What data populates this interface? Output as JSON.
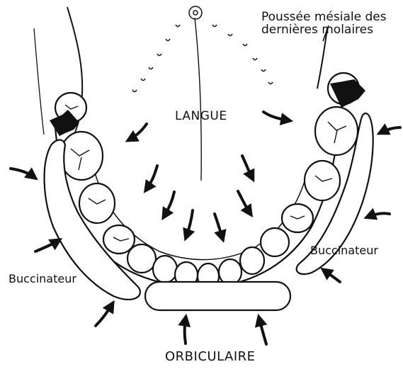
{
  "labels": {
    "top_line1": "Poussée mésiale des",
    "top_line2": "dernières   molaires",
    "tongue": "LANGUE",
    "buccinator_right": "Buccinateur",
    "buccinator_left": "Buccinateur",
    "orbicularis": "ORBICULAIRE"
  }
}
